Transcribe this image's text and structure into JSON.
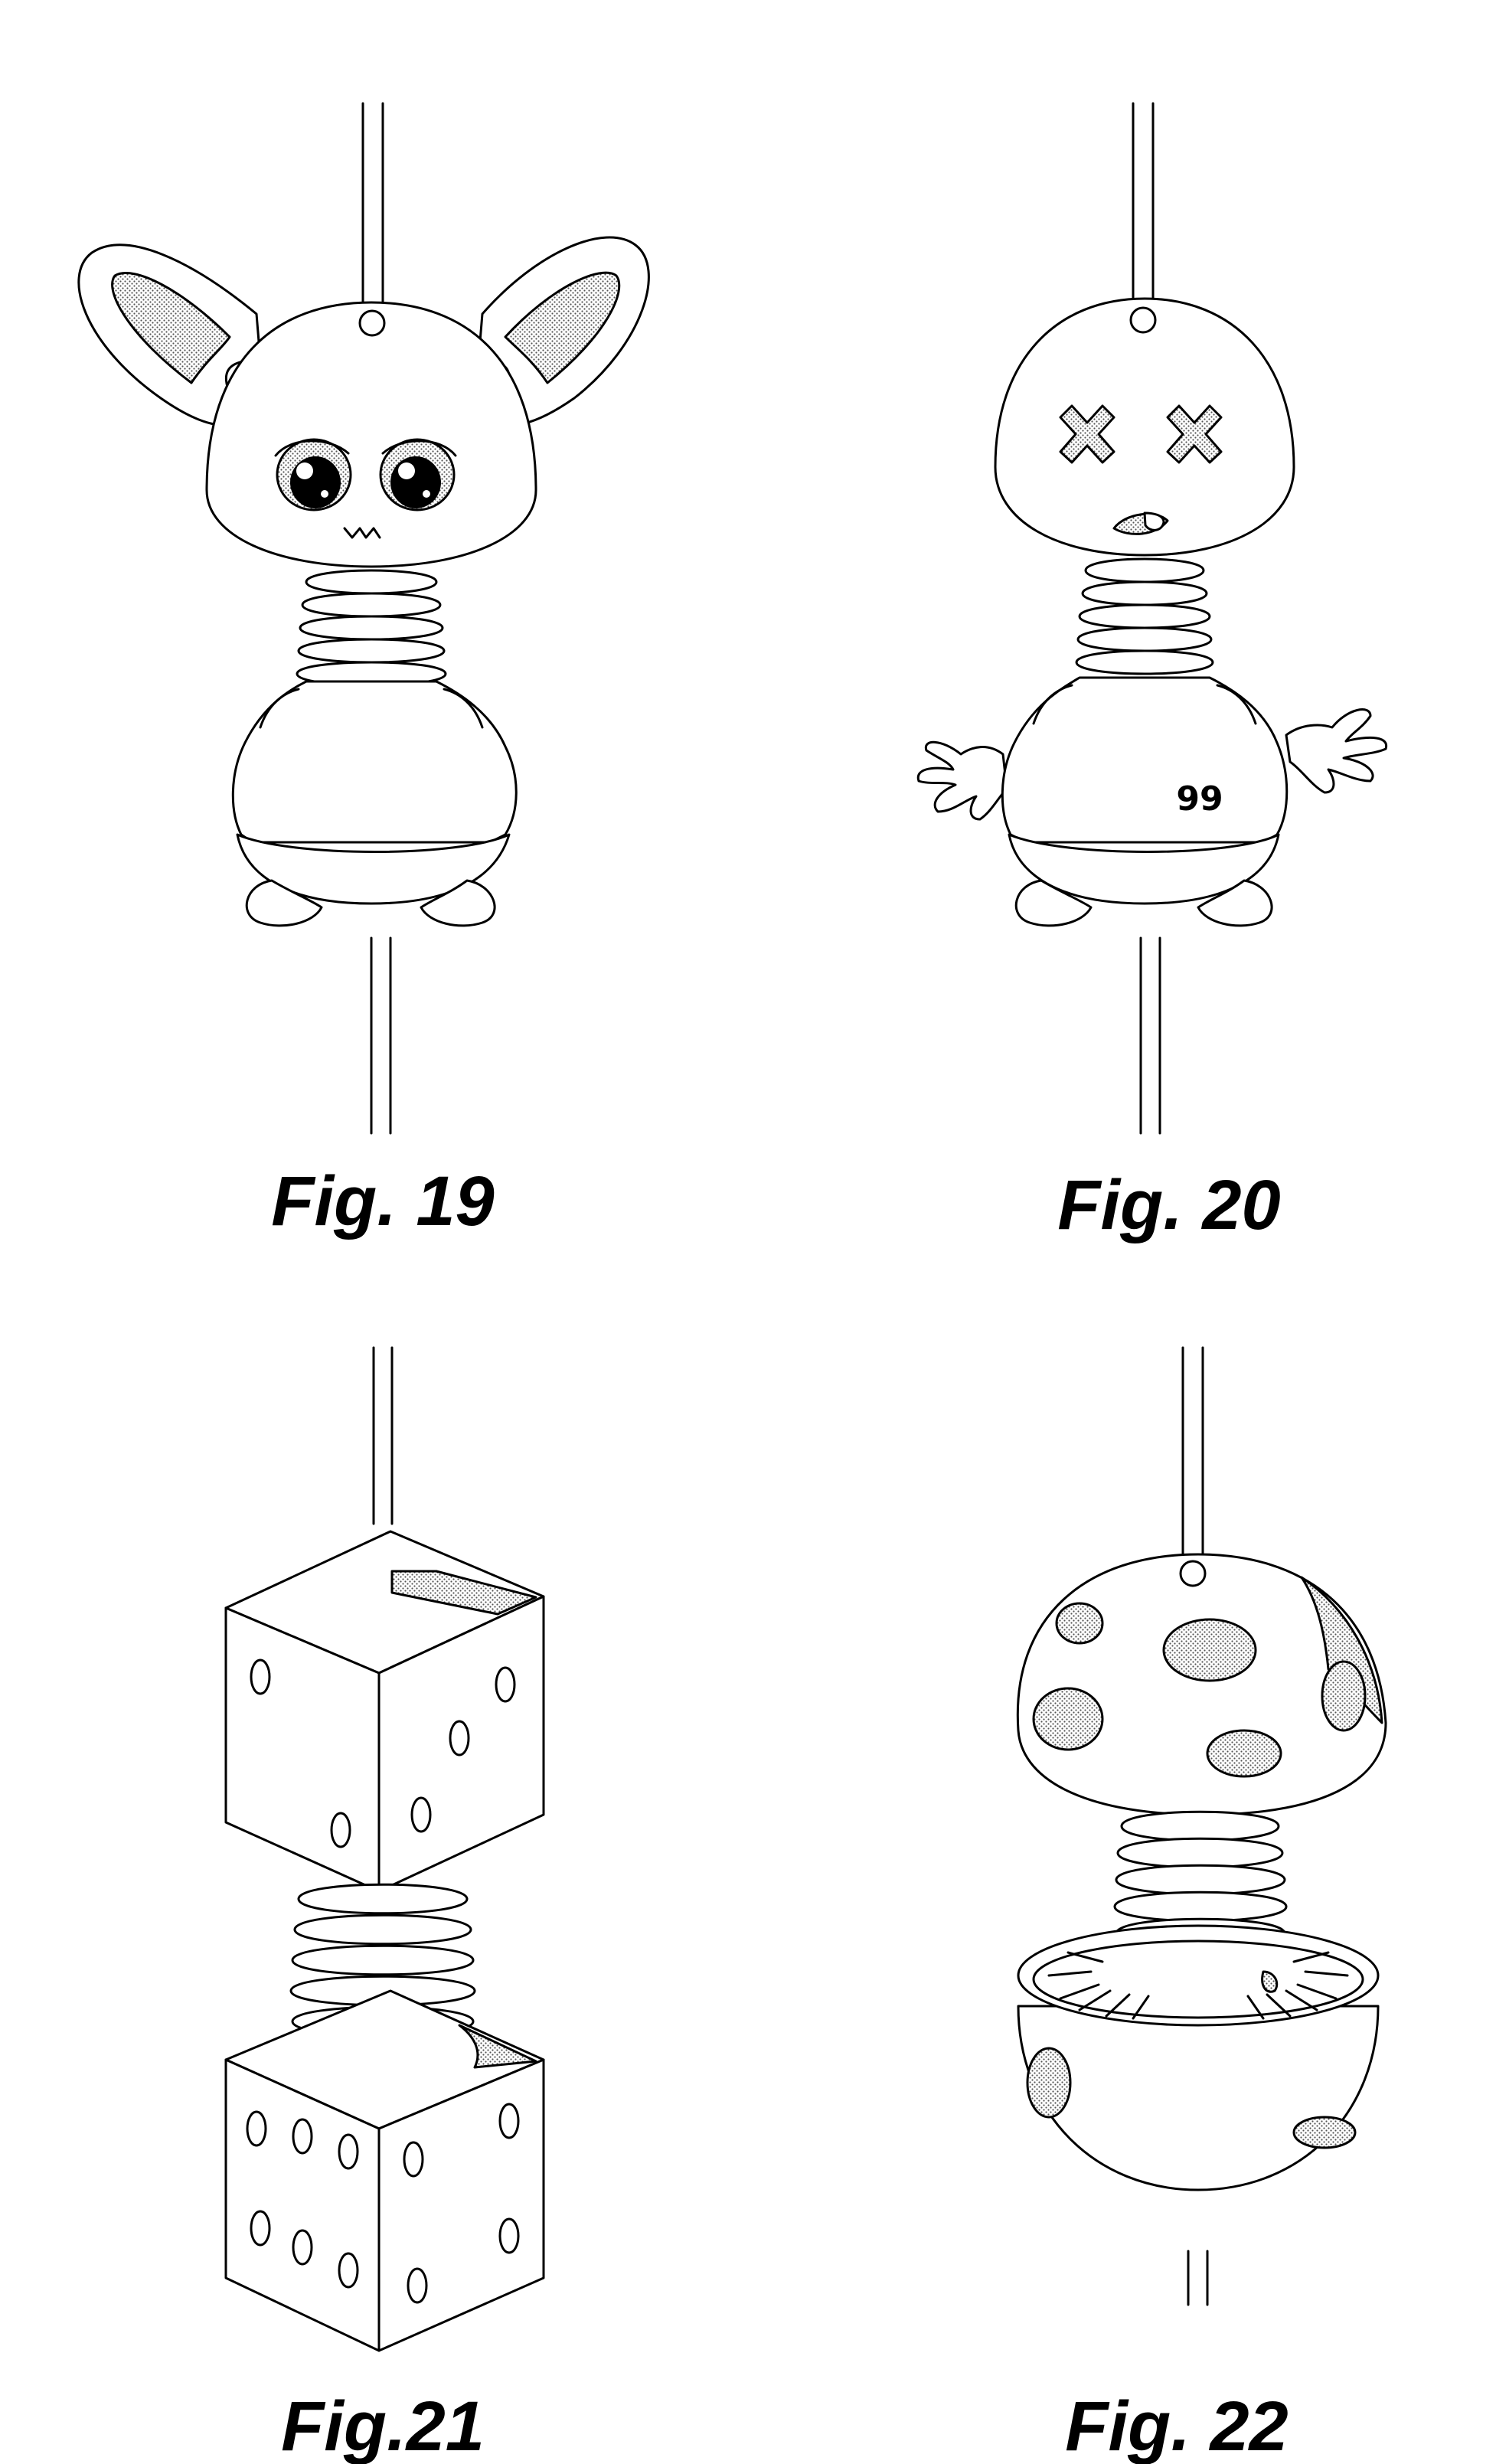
{
  "figures": [
    {
      "caption": "Fig. 19"
    },
    {
      "caption": "Fig. 20",
      "body_number": "99"
    },
    {
      "caption": "Fig.21"
    },
    {
      "caption": "Fig. 22"
    }
  ]
}
